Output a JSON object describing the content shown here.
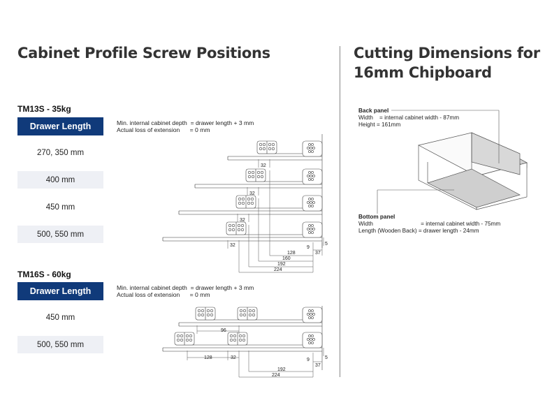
{
  "left_title": "Cabinet Profile Screw Positions",
  "right_title_line1": "Cutting Dimensions for",
  "right_title_line2": "16mm Chipboard",
  "tm13s": {
    "model": "TM13S - 35kg",
    "header": "Drawer Length",
    "rows": [
      "270, 350 mm",
      "400 mm",
      "450 mm",
      "500, 550 mm"
    ],
    "spec_line1": "Min. internal cabinet depth  = drawer length + 3 mm",
    "spec_line2": "Actual loss of extension      = 0 mm",
    "dims": {
      "d32a": "32",
      "d32b": "32",
      "d32c": "32",
      "d32d": "32",
      "d128": "128",
      "d160": "160",
      "d192": "192",
      "d224": "224",
      "d9": "9",
      "d37": "37",
      "d5": "5"
    }
  },
  "tm16s": {
    "model": "TM16S - 60kg",
    "header": "Drawer Length",
    "rows": [
      "450 mm",
      "500, 550 mm"
    ],
    "spec_line1": "Min. internal cabinet depth  = drawer length + 3 mm",
    "spec_line2": "Actual loss of extension      = 0 mm",
    "dims": {
      "d96": "96",
      "d128": "128",
      "d32": "32",
      "d192": "192",
      "d224": "224",
      "d9": "9",
      "d37": "37",
      "d5": "5"
    }
  },
  "cutting": {
    "back_title": "Back panel",
    "back_line1": "Width    = internal cabinet width - 87mm",
    "back_line2": "Height = 161mm",
    "bottom_title": "Bottom panel",
    "bottom_line1": "Width                              = internal cabinet width - 75mm",
    "bottom_line2": "Length (Wooden Back) = drawer length - 24mm"
  },
  "colors": {
    "header_blue": "#103a7a",
    "row_shade": "#eef0f5",
    "panel_grey": "#cfcfcf"
  }
}
